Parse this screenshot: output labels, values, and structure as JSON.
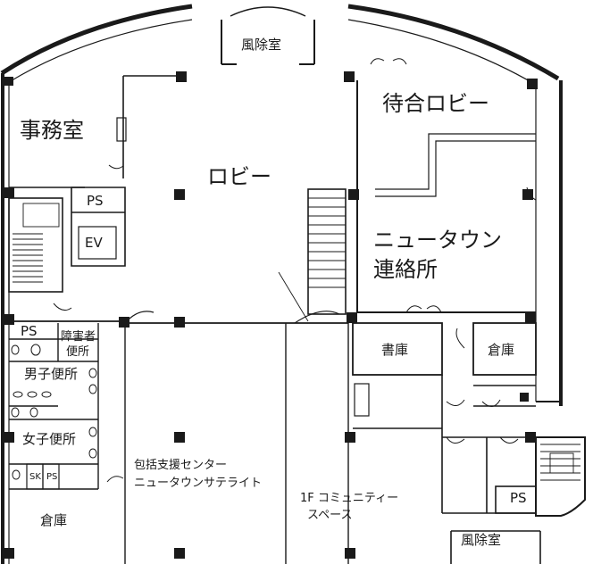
{
  "rooms": {
    "windbreak_top": "風除室",
    "waiting_lobby": "待合ロビー",
    "office": "事務室",
    "lobby": "ロビー",
    "ps_upper": "PS",
    "ev": "EV",
    "newtown_line1": "ニュータウン",
    "newtown_line2": "連絡所",
    "ps_left": "PS",
    "accessible_line1": "障害者",
    "accessible_line2": "便所",
    "mens_toilet": "男子便所",
    "womens_toilet": "女子便所",
    "sk": "SK",
    "ps_small": "PS",
    "storage_left": "倉庫",
    "support_line1": "包括支援センター",
    "support_line2": "ニュータウンサテライト",
    "community_line1": "1F コミュニティー",
    "community_line2": "スペース",
    "archive": "書庫",
    "storage_right": "倉庫",
    "ps_right": "PS",
    "windbreak_bottom": "風除室"
  }
}
